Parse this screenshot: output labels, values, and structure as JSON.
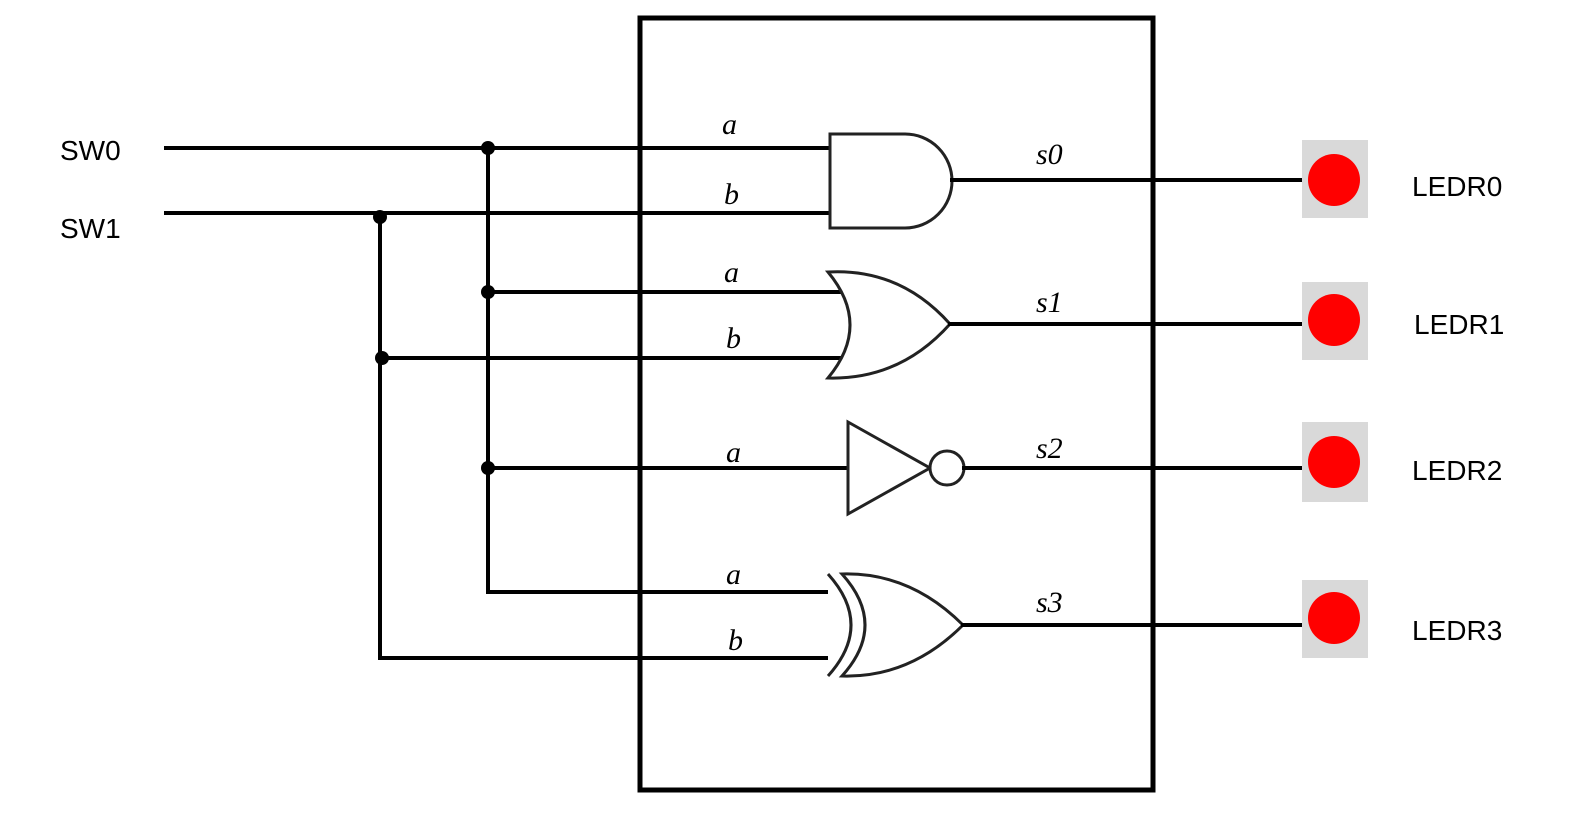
{
  "inputs": [
    "SW0",
    "SW1"
  ],
  "outputs": [
    {
      "signal": "s0",
      "led": "LEDR0",
      "gate": "and-gate",
      "pins": [
        "a",
        "b"
      ],
      "lit": true,
      "color": "#ff0000"
    },
    {
      "signal": "s1",
      "led": "LEDR1",
      "gate": "or-gate",
      "pins": [
        "a",
        "b"
      ],
      "lit": true,
      "color": "#ff0000"
    },
    {
      "signal": "s2",
      "led": "LEDR2",
      "gate": "not-gate",
      "pins": [
        "a"
      ],
      "lit": true,
      "color": "#ff0000"
    },
    {
      "signal": "s3",
      "led": "LEDR3",
      "gate": "xor-gate",
      "pins": [
        "a",
        "b"
      ],
      "lit": true,
      "color": "#ff0000"
    }
  ]
}
